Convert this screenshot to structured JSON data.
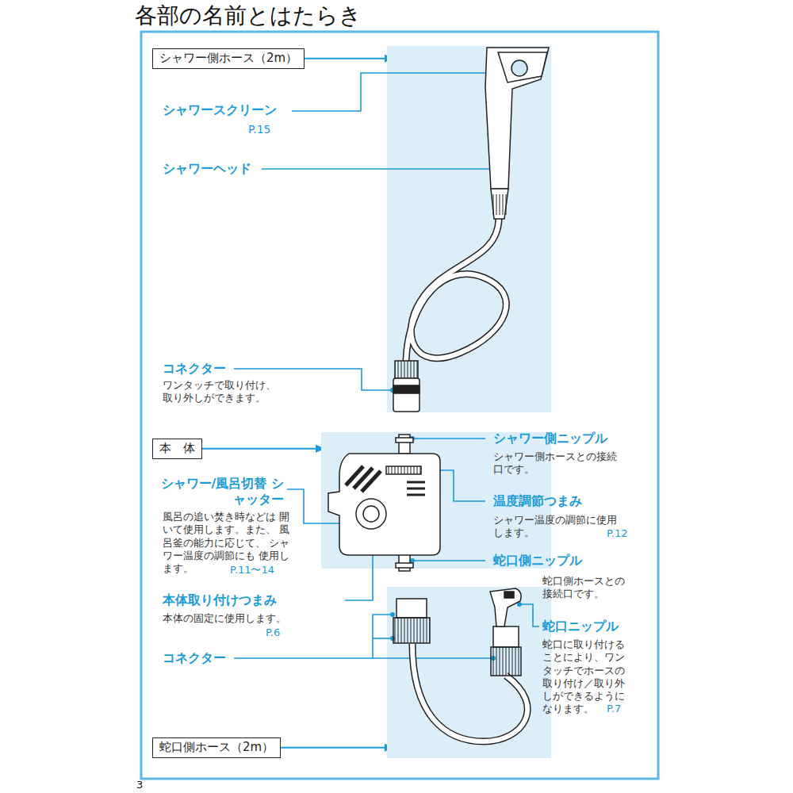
{
  "diagram": {
    "title": "各部の名前とはたらき",
    "nodes": [
      {
        "text": [
          "シャワー側ホース（2m）"
        ]
      },
      {
        "text": [
          "本　体"
        ]
      },
      {
        "text": [
          "蛇口側ホース（2m）"
        ]
      }
    ],
    "labels": [
      "シャワースクリーン",
      "P.15",
      "シャワーヘッド",
      "コネクター",
      "ワンタッチで取り付け、 取り外しができます。",
      "シャワー側ニップル",
      "シャワー側ホースとの接続 口です。",
      "シャワー/風呂切替 シャッター",
      "風呂の追い焚き時などは 開いて使用します。また、 風呂釜の能力に応じて、 シャワー温度の調節にも 使用します。",
      "P.11〜14",
      "温度調節つまみ",
      "シャワー温度の調節に使用 します。",
      "P.12",
      "蛇口側ニップル",
      "蛇口側ホースとの 接続口です。",
      "本体取り付けつまみ",
      "本体の固定に使用します。",
      "P.6",
      "コネクター",
      "蛇口ニップル",
      "蛇口に取り付ける ことにより、ワン タッチでホースの 取り付け／取り外 しができるように なります。",
      "P.7",
      "3"
    ]
  }
}
